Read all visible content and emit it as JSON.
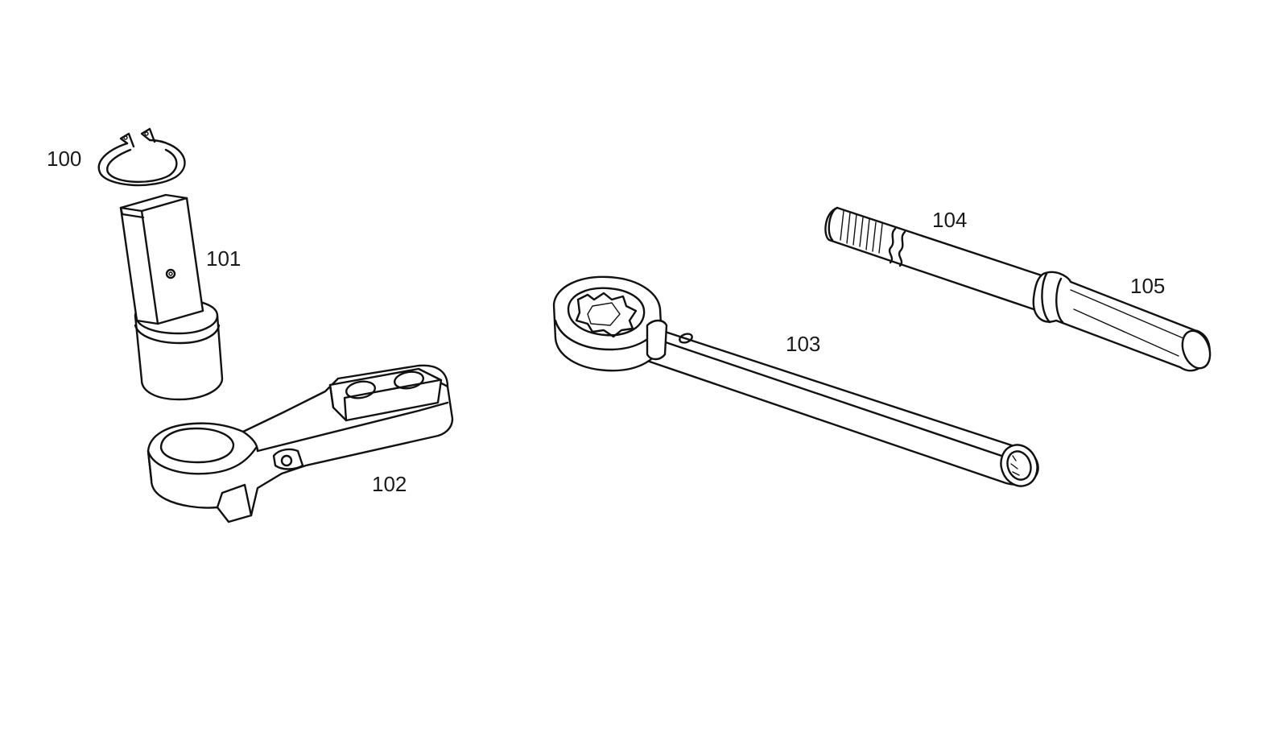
{
  "callouts": {
    "p100": "100",
    "p101": "101",
    "p102": "102",
    "p103": "103",
    "p104": "104",
    "p105": "105"
  },
  "ink_color": "#111111",
  "background": "#ffffff"
}
